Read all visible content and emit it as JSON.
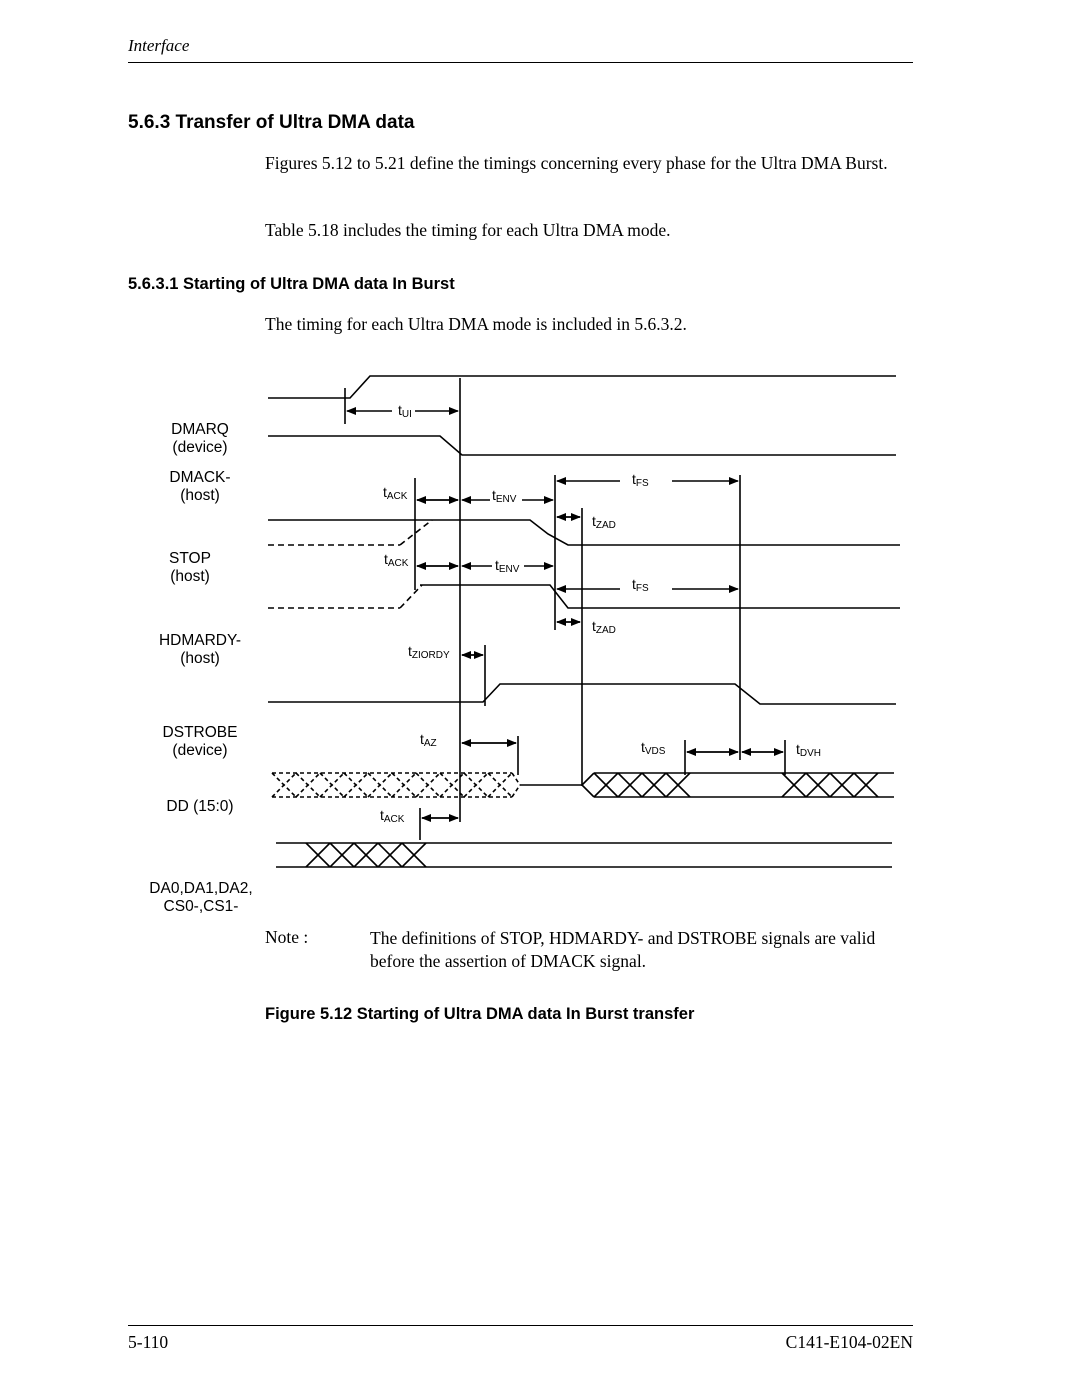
{
  "header": {
    "title": "Interface"
  },
  "section": {
    "heading": "5.6.3  Transfer of Ultra DMA data",
    "para1": "Figures 5.12 to 5.21 define the timings concerning every phase for the Ultra DMA Burst.",
    "para2": "Table 5.18 includes the timing for each Ultra DMA mode."
  },
  "subsection": {
    "heading": "5.6.3.1  Starting of Ultra DMA data In Burst",
    "para": "The timing for each Ultra DMA mode is included in 5.6.3.2."
  },
  "diagram": {
    "signals": [
      {
        "name": "DMARQ",
        "sub": "(device)"
      },
      {
        "name": "DMACK-",
        "sub": "(host)"
      },
      {
        "name": "STOP",
        "sub": "(host)"
      },
      {
        "name": "HDMARDY-",
        "sub": "(host)"
      },
      {
        "name": "DSTROBE",
        "sub": "(device)"
      },
      {
        "name": "DD (15:0)",
        "sub": ""
      },
      {
        "name": "DA0,DA1,DA2,",
        "sub": "CS0-,CS1-"
      }
    ],
    "timing_labels": [
      {
        "t": "t",
        "s": "UI"
      },
      {
        "t": "t",
        "s": "FS"
      },
      {
        "t": "t",
        "s": "ACK"
      },
      {
        "t": "t",
        "s": "ENV"
      },
      {
        "t": "t",
        "s": "ZAD"
      },
      {
        "t": "t",
        "s": "ACK"
      },
      {
        "t": "t",
        "s": "ENV"
      },
      {
        "t": "t",
        "s": "FS"
      },
      {
        "t": "t",
        "s": "ZAD"
      },
      {
        "t": "t",
        "s": "ZIORDY"
      },
      {
        "t": "t",
        "s": "AZ"
      },
      {
        "t": "t",
        "s": "VDS"
      },
      {
        "t": "t",
        "s": "DVH"
      },
      {
        "t": "t",
        "s": "ACK"
      }
    ]
  },
  "note": {
    "label": "Note :",
    "text": "The definitions of STOP, HDMARDY- and DSTROBE signals are valid before the assertion of DMACK signal."
  },
  "figure": {
    "caption": "Figure 5.12  Starting of Ultra DMA data In Burst transfer"
  },
  "footer": {
    "page": "5-110",
    "doc_id": "C141-E104-02EN"
  }
}
